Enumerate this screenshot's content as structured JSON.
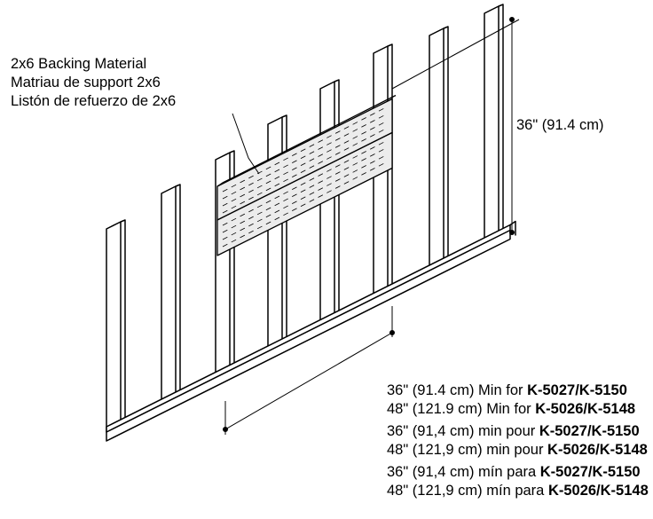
{
  "backing_label": [
    "2x6 Backing Material",
    "Matriau de support 2x6",
    "Listón de refuerzo de 2x6"
  ],
  "height_dimension": "36\" (91.4 cm)",
  "spacing_notes": [
    [
      {
        "text": "36\" (91.4 cm) Min for ",
        "model": "K-5027/K-5150"
      },
      {
        "text": "48\" (121.9 cm) Min for ",
        "model": "K-5026/K-5148"
      }
    ],
    [
      {
        "text": "36\" (91,4 cm) min pour ",
        "model": "K-5027/K-5150"
      },
      {
        "text": "48\" (121,9 cm) min pour ",
        "model": "K-5026/K-5148"
      }
    ],
    [
      {
        "text": "36\" (91,4 cm) mín para ",
        "model": "K-5027/K-5150"
      },
      {
        "text": "48\" (121,9 cm) mín para ",
        "model": "K-5026/K-5148"
      }
    ]
  ]
}
